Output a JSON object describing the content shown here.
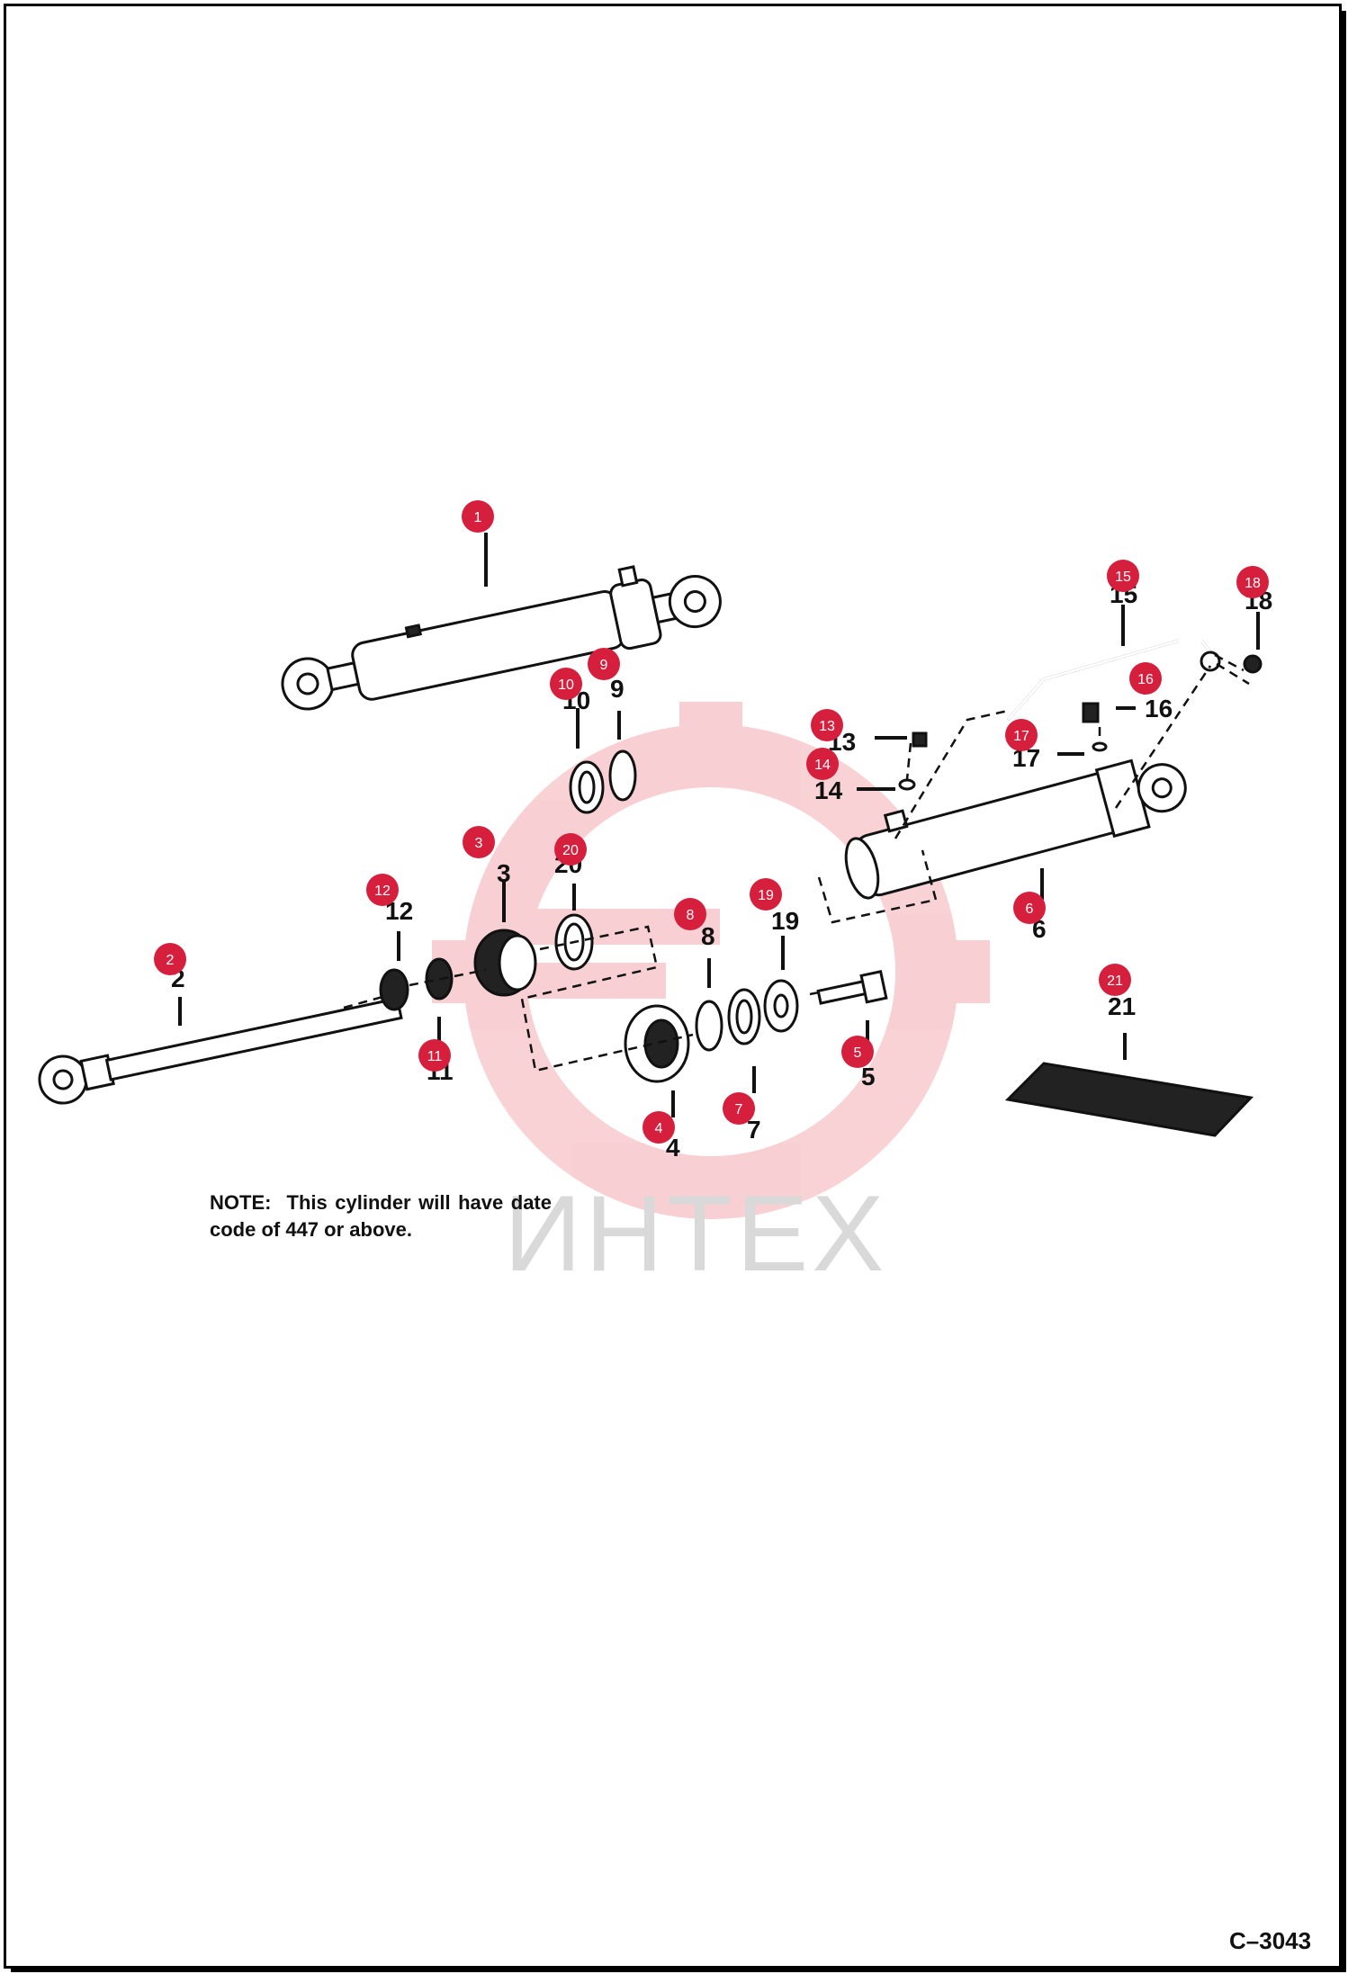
{
  "note": {
    "key": "NOTE:",
    "text": "This cylinder will have date code of 447 or above."
  },
  "watermark": "ИНТЕХ",
  "drawing_code": "C–3043",
  "badge_color": "#d61f3c",
  "parts": [
    {
      "num": "1"
    },
    {
      "num": "2"
    },
    {
      "num": "3"
    },
    {
      "num": "4"
    },
    {
      "num": "5"
    },
    {
      "num": "6"
    },
    {
      "num": "7"
    },
    {
      "num": "8"
    },
    {
      "num": "9"
    },
    {
      "num": "10"
    },
    {
      "num": "11"
    },
    {
      "num": "12"
    },
    {
      "num": "13"
    },
    {
      "num": "14"
    },
    {
      "num": "15"
    },
    {
      "num": "16"
    },
    {
      "num": "17"
    },
    {
      "num": "18"
    },
    {
      "num": "19"
    },
    {
      "num": "20"
    },
    {
      "num": "21"
    }
  ]
}
